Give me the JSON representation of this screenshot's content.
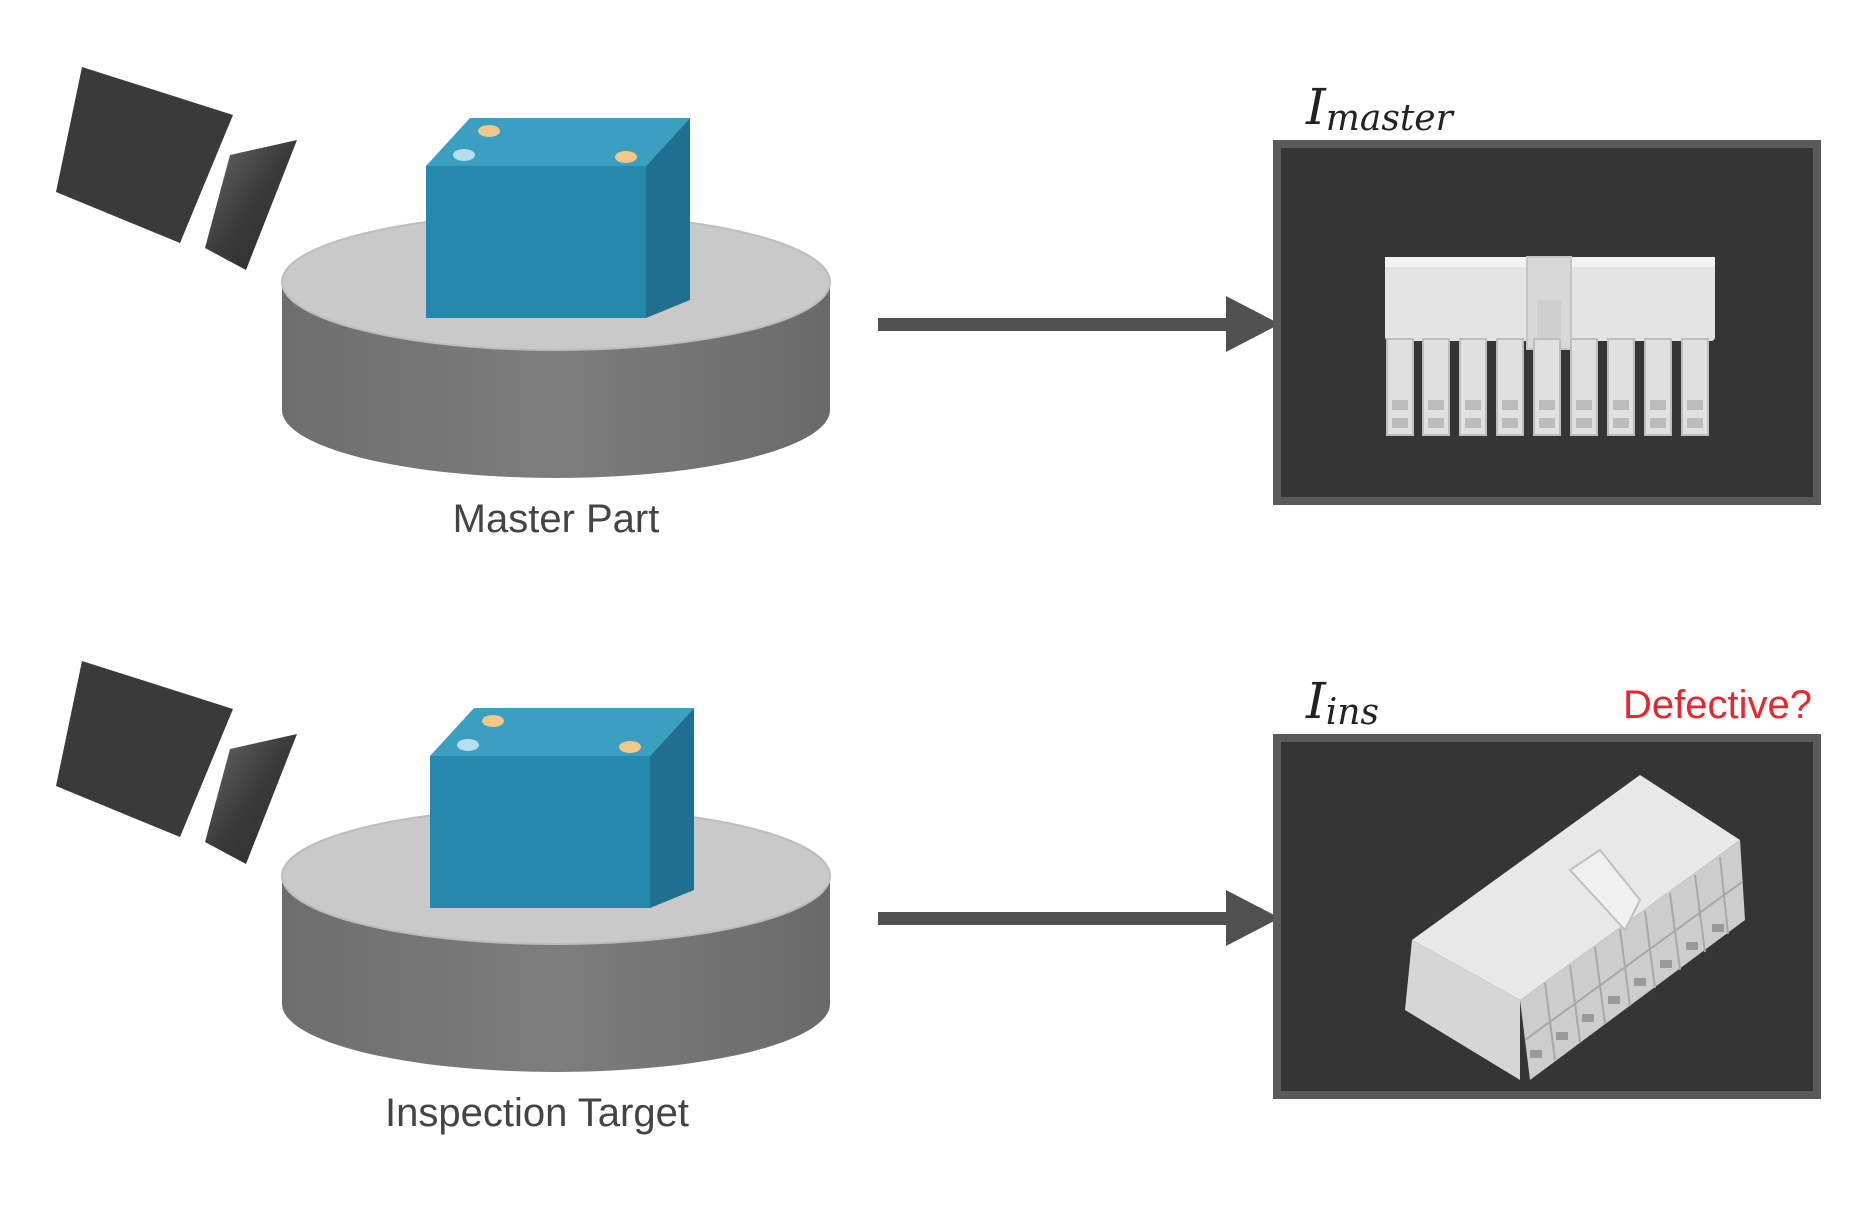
{
  "labels": {
    "master_part": "Master Part",
    "inspection_target": "Inspection Target",
    "defective": "Defective?"
  },
  "image_labels": {
    "master": {
      "symbol": "I",
      "subscript": "master"
    },
    "inspection": {
      "symbol": "I",
      "subscript": "ins"
    }
  },
  "icons": {
    "camera": "camera-icon",
    "turntable": "turntable-icon",
    "part": "blue-box-part",
    "arrow": "right-arrow-icon",
    "connector": "connector-photo"
  },
  "colors": {
    "camera": "#3a3a3a",
    "turntable_top": "#c9c9c9",
    "turntable_side": "#7a7a7a",
    "box_front": "#2589ad",
    "box_top": "#3a9fc1",
    "box_side": "#1f6f90",
    "arrow": "#505050",
    "panel_bg": "#353535",
    "panel_border": "#5a5a5a",
    "connector": "#e4e4e4",
    "defective_text": "#e8262f",
    "dot_orange": "#f2c88a",
    "dot_blue": "#b8dcf0"
  }
}
